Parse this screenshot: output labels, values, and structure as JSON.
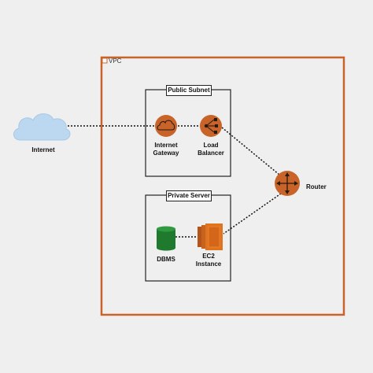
{
  "vpc": {
    "label": "VPC",
    "border_color": "#c8642a"
  },
  "public_subnet": {
    "title": "Public Subnet"
  },
  "private_server": {
    "title": "Private Server"
  },
  "nodes": {
    "internet": {
      "label": "Internet",
      "icon": "cloud-icon",
      "color": "#bcd8f0"
    },
    "internet_gateway": {
      "label_line1": "Internet",
      "label_line2": "Gateway",
      "icon": "cloud-gateway-icon",
      "color": "#c8642a"
    },
    "load_balancer": {
      "label_line1": "Load",
      "label_line2": "Balancer",
      "icon": "load-balancer-icon",
      "color": "#c8642a"
    },
    "router": {
      "label": "Router",
      "icon": "router-icon",
      "color": "#c8642a"
    },
    "dbms": {
      "label": "DBMS",
      "icon": "database-icon",
      "color": "#1f7a2e"
    },
    "ec2": {
      "label_line1": "EC2",
      "label_line2": "Instance",
      "icon": "ec2-instance-icon",
      "color": "#e0731d"
    }
  }
}
